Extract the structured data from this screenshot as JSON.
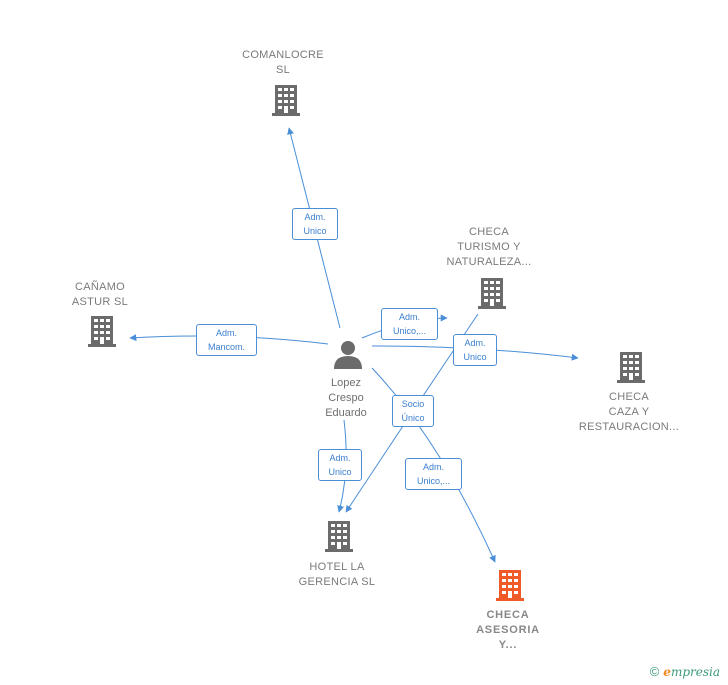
{
  "colors": {
    "edge": "#4a8ed8",
    "company_icon": "#6b6b6b",
    "focus_icon": "#f05a28",
    "person_icon": "#6b6b6b"
  },
  "center": {
    "name_lines": [
      "Lopez",
      "Crespo",
      "Eduardo"
    ]
  },
  "companies": [
    {
      "id": "comanlocre",
      "lines": [
        "COMANLOCRE",
        "SL"
      ],
      "focus": false
    },
    {
      "id": "canamo",
      "lines": [
        "CAÑAMO",
        "ASTUR  SL"
      ],
      "focus": false
    },
    {
      "id": "turismo",
      "lines": [
        "CHECA",
        "TURISMO Y",
        "NATURALEZA..."
      ],
      "focus": false
    },
    {
      "id": "caza",
      "lines": [
        "CHECA",
        "CAZA Y",
        "RESTAURACION..."
      ],
      "focus": false
    },
    {
      "id": "hotel",
      "lines": [
        "HOTEL LA",
        "GERENCIA  SL"
      ],
      "focus": false
    },
    {
      "id": "asesoria",
      "lines": [
        "CHECA",
        "ASESORIA",
        "Y..."
      ],
      "focus": true
    }
  ],
  "edges": [
    {
      "id": "e-comanlocre",
      "lines": [
        "Adm.",
        "Unico"
      ]
    },
    {
      "id": "e-canamo",
      "lines": [
        "Adm.",
        "Mancom."
      ]
    },
    {
      "id": "e-turismo",
      "lines": [
        "Adm.",
        "Unico,..."
      ]
    },
    {
      "id": "e-caza",
      "lines": [
        "Adm.",
        "Unico"
      ]
    },
    {
      "id": "e-socio",
      "lines": [
        "Socio",
        "Único"
      ]
    },
    {
      "id": "e-hotel",
      "lines": [
        "Adm.",
        "Unico"
      ]
    },
    {
      "id": "e-asesoria",
      "lines": [
        "Adm.",
        "Unico,..."
      ]
    }
  ],
  "footer": {
    "copyright": "©",
    "brand_initial": "e",
    "brand_rest": "mpresia"
  }
}
